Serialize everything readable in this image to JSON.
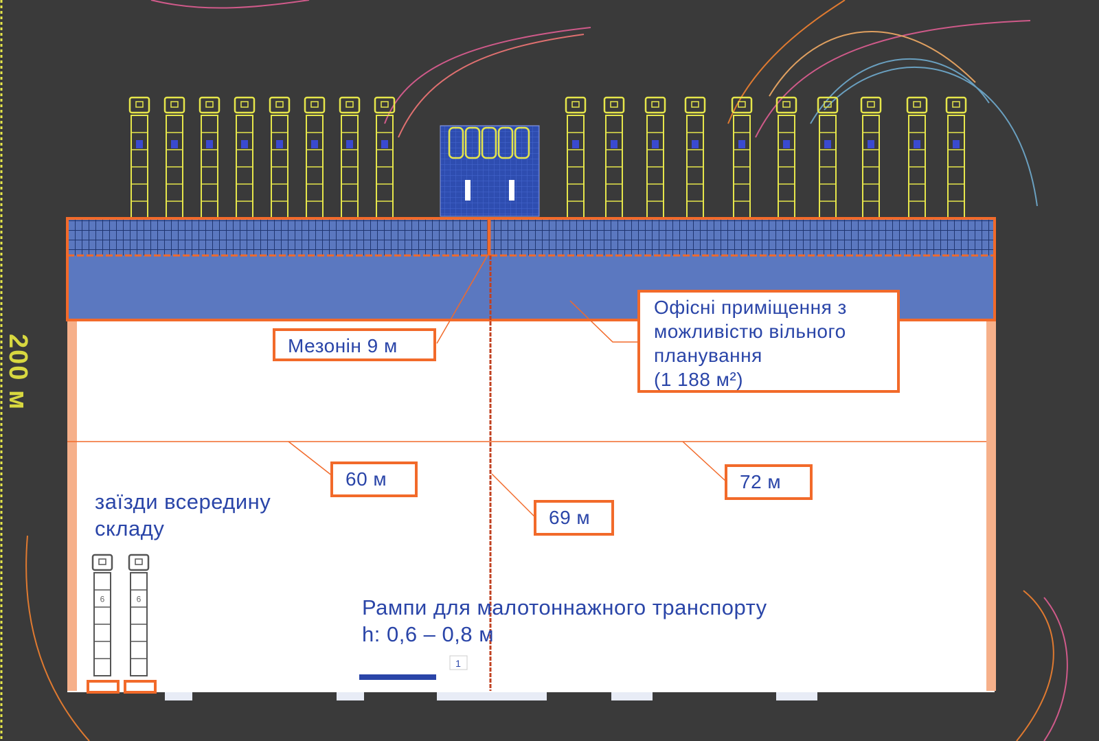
{
  "title": "Warehouse site plan",
  "scale_label": "200 м",
  "labels": {
    "mezzanine": "Мезонін 9 м",
    "offices": [
      "Офісні приміщення з",
      "можливістю вільного",
      "планування",
      "(1 188 м²)"
    ],
    "dim_60": "60 м",
    "dim_69": "69 м",
    "dim_72": "72 м",
    "drive_in": [
      "заїзди всередину",
      "складу"
    ],
    "ramps": [
      "Рампи для малотоннажного транспорту",
      "h: 0,6 – 0,8 м"
    ]
  },
  "trucks": {
    "top_left_count": 8,
    "top_right_count": 10,
    "inside_count": 2,
    "inside_marker": "6",
    "ramp_marker": "1"
  },
  "colors": {
    "ground": "#3a3a3a",
    "office_blue": "#5b78c0",
    "outline_orange": "#f26a2a",
    "text_blue": "#2a45a8",
    "truck_yellow": "#e6e64a",
    "wall_peach": "#f6b08a"
  }
}
